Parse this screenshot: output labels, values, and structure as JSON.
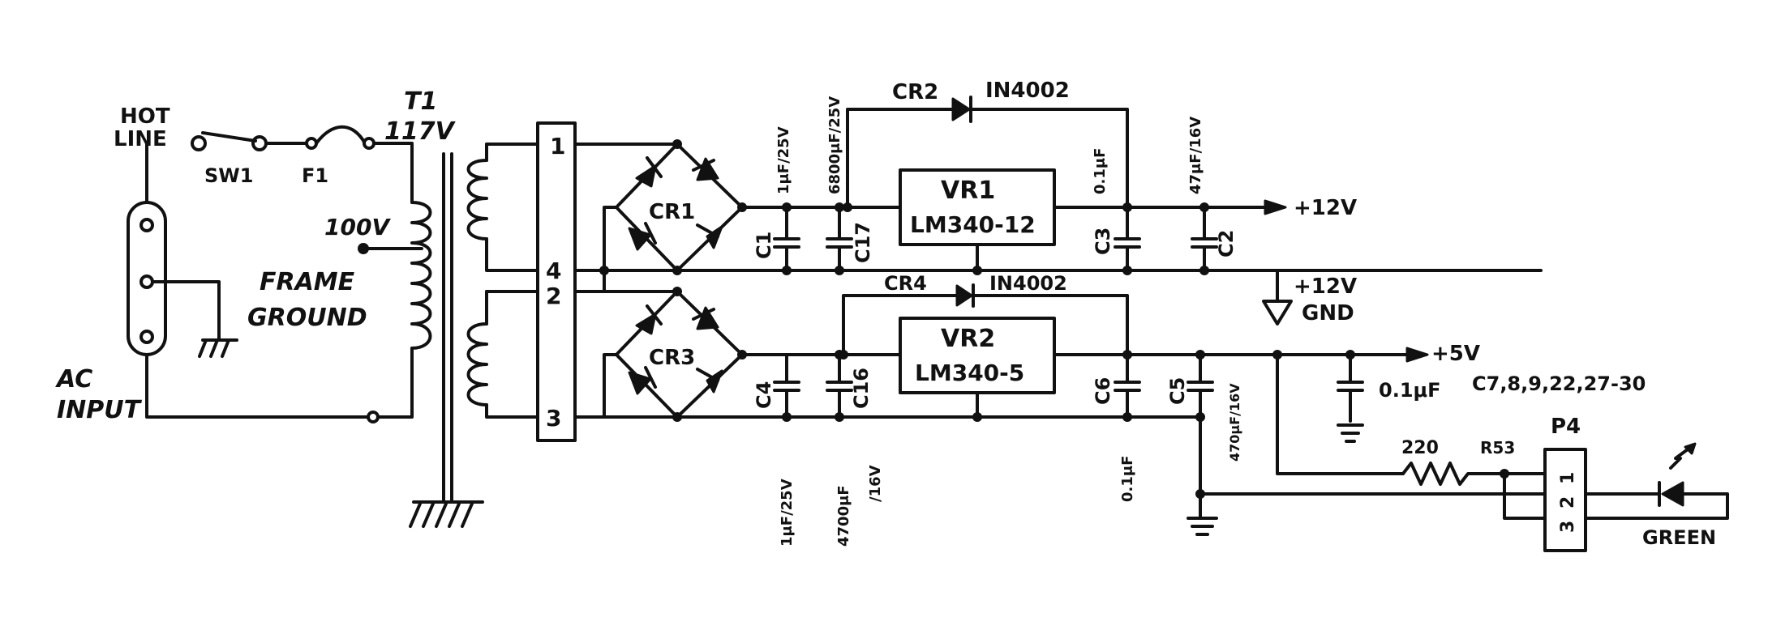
{
  "labels": {
    "hot_line_1": "HOT",
    "hot_line_2": "LINE",
    "sw1": "SW1",
    "f1": "F1",
    "t1": "T1",
    "v117": "117V",
    "v100": "100V",
    "frame_ground_1": "FRAME",
    "frame_ground_2": "GROUND",
    "ac_input_1": "AC",
    "ac_input_2": "INPUT",
    "pin1": "1",
    "pin4": "4",
    "pin2": "2",
    "pin3": "3",
    "cr1": "CR1",
    "cr3": "CR3",
    "cr2": "CR2",
    "cr4": "CR4",
    "cr2_part": "IN4002",
    "cr4_part": "IN4002",
    "vr1": "VR1",
    "vr1_part": "LM340-12",
    "vr2": "VR2",
    "vr2_part": "LM340-5",
    "c1": "C1",
    "c17": "C17",
    "c3": "C3",
    "c2": "C2",
    "c4": "C4",
    "c16": "C16",
    "c6": "C6",
    "c5": "C5",
    "c1_val": "1μF/25V",
    "c17_val": "6800μF/25V",
    "c3_val": "0.1μF",
    "c2_val": "47μF/16V",
    "c4_val": "1μF/25V",
    "c16_val_1": "4700μF",
    "c16_val_2": "/16V",
    "c6_val": "0.1μF",
    "c5_val": "470μF/16V",
    "out_12v": "+12V",
    "gnd_12v_1": "+12V",
    "gnd_12v_2": "GND",
    "out_5v": "+5V",
    "cap_01": "0.1μF",
    "cap_refs": "C7,8,9,22,27-30",
    "r_val": "220",
    "r_ref": "R53",
    "p4": "P4",
    "p4_pin1": "1",
    "p4_pin2": "2",
    "p4_pin3": "3",
    "led": "GREEN"
  }
}
